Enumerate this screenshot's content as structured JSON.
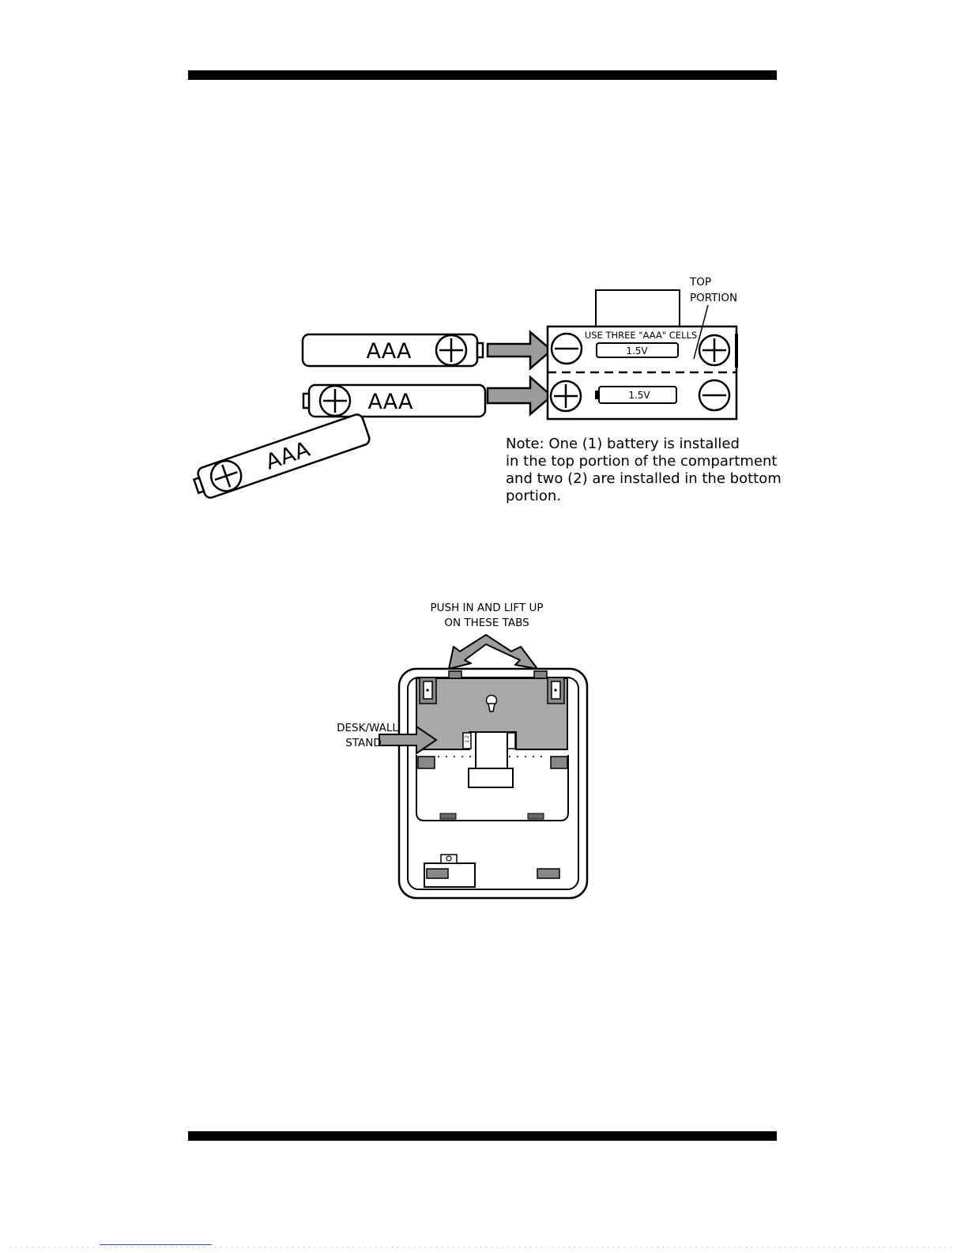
{
  "battery_diagram": {
    "battery_label": "AAA",
    "top_portion_label_line1": "TOP",
    "top_portion_label_line2": "PORTION",
    "compartment_instruction": "USE THREE \"AAA\" CELLS",
    "voltage_label": "1.5V",
    "note": {
      "line1": "Note:  One (1) battery is installed",
      "line2": "in the top portion of the compartment",
      "line3": "and two (2) are installed in the bottom",
      "line4": "portion."
    }
  },
  "stand_diagram": {
    "tabs_label_line1": "PUSH IN AND LIFT UP",
    "tabs_label_line2": "ON THESE TABS",
    "stand_label_line1": "DESK/WALL",
    "stand_label_line2": "STAND",
    "small_marking": "1 2"
  },
  "colors": {
    "stand_fill": "#a8a8a8",
    "arrow_fill": "#9c9c9c",
    "line": "#000000"
  }
}
